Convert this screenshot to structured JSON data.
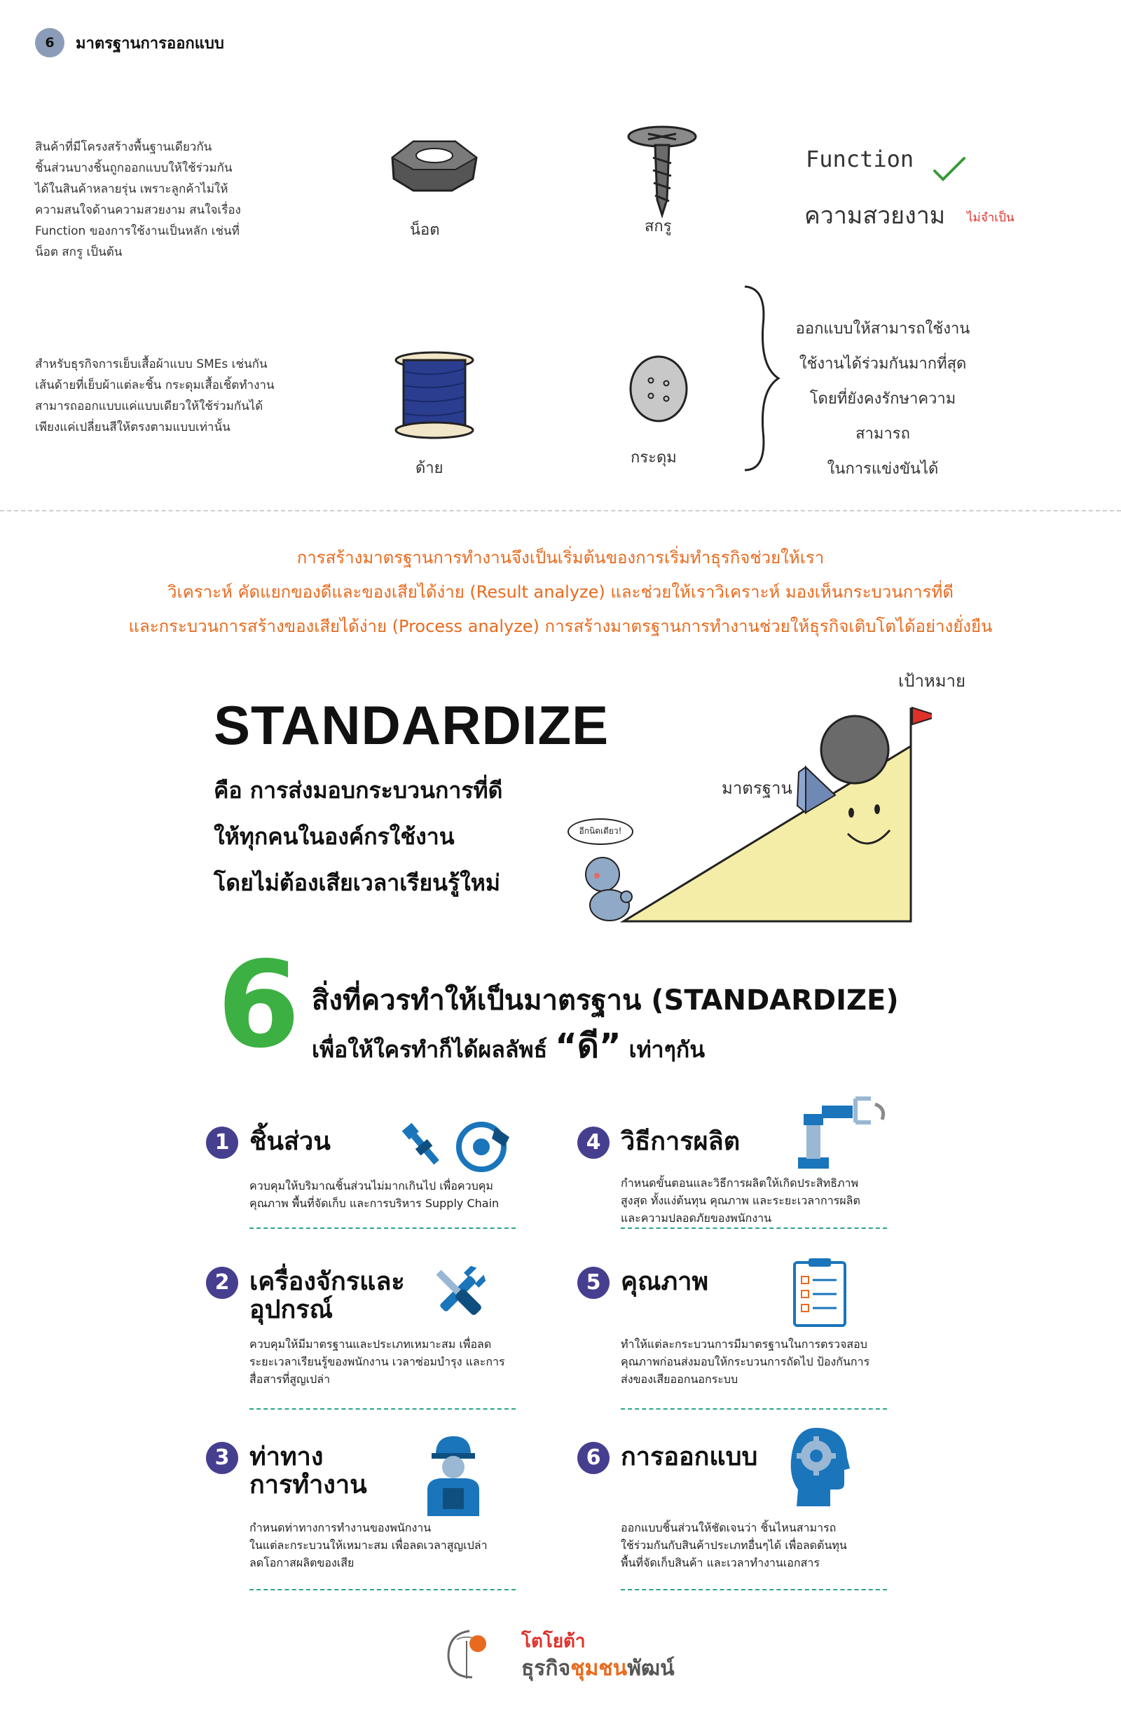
{
  "header": {
    "badge": "6",
    "title": "มาตรฐานการออกแบบ"
  },
  "section1": {
    "text": [
      "สินค้าที่มีโครงสร้างพื้นฐานเดียวกัน",
      "ชิ้นส่วนบางชิ้นถูกออกแบบให้ใช้ร่วมกัน",
      "ได้ในสินค้าหลายรุ่น เพราะลูกค้าไม่ให้",
      "ความสนใจด้านความสวยงาม สนใจเรื่อง",
      "Function ของการใช้งานเป็นหลัก เช่นที่",
      "น็อต สกรู เป็นต้น"
    ],
    "nut_label": "น็อต",
    "screw_label": "สกรู",
    "function_label": "Function",
    "beauty_label": "ความสวยงาม",
    "not_needed": "ไม่จำเป็น"
  },
  "section2": {
    "text": [
      "สำหรับธุรกิจการเย็บเสื้อผ้าแบบ SMEs เช่นกัน",
      "เส้นด้ายที่เย็บผ้าแต่ละชิ้น กระดุมเสื้อเชิ้ตทำงาน",
      "สามารถออกแบบแค่แบบเดียวให้ใช้ร่วมกันได้",
      "เพียงแค่เปลี่ยนสีให้ตรงตามแบบเท่านั้น"
    ],
    "thread_label": "ด้าย",
    "button_label": "กระดุม",
    "note": [
      "ออกแบบให้สามารถใช้งาน",
      "ใช้งานได้ร่วมกันมากที่สุด",
      "โดยที่ยังคงรักษาความสามารถ",
      "ในการแข่งขันได้"
    ]
  },
  "intro": [
    "การสร้างมาตรฐานการทำงานจึงเป็นเริ่มต้นของการเริ่มทำธุรกิจช่วยให้เรา",
    "วิเคราะห์ คัดแยกของดีและของเสียได้ง่าย (Result analyze) และช่วยให้เราวิเคราะห์ มองเห็นกระบวนการที่ดี",
    "และกระบวนการสร้างของเสียได้ง่าย (Process analyze) การสร้างมาตรฐานการทำงานช่วยให้ธุรกิจเติบโตได้อย่างยั่งยืน"
  ],
  "standardize": {
    "title": "STANDARDIZE",
    "lines": [
      "คือ การส่งมอบกระบวนการที่ดี",
      "ให้ทุกคนในองค์กรใช้งาน",
      "โดยไม่ต้องเสียเวลาเรียนรู้ใหม่"
    ],
    "goal_label": "เป้าหมาย",
    "standard_label": "มาตรฐาน",
    "bubble": "อีกนิดเดียว!"
  },
  "six": {
    "big": "6",
    "line1": "สิ่งที่ควรทำให้เป็นมาตรฐาน (STANDARDIZE)",
    "line2_pre": "เพื่อให้ใครทำก็ได้ผลลัพธ์ ",
    "line2_quote": "“ดี”",
    "line2_post": " เท่าๆกัน"
  },
  "items": [
    {
      "num": "1",
      "title": [
        "ชิ้นส่วน"
      ],
      "desc": [
        "ควบคุมให้บริมาณชิ้นส่วนไม่มากเกินไป เพื่อควบคุม",
        "คุณภาพ พื้นที่จัดเก็บ และการบริหาร Supply Chain"
      ],
      "icon": "spark-plug-brake-icon"
    },
    {
      "num": "2",
      "title": [
        "เครื่องจักรและ",
        "อุปกรณ์"
      ],
      "desc": [
        "ควบคุมให้มีมาตรฐานและประเภทเหมาะสม เพื่อลด",
        "ระยะเวลาเรียนรู้ของพนักงาน เวลาซ่อมบำรุง และการ",
        "สื่อสารที่สูญเปล่า"
      ],
      "icon": "wrench-screwdriver-icon"
    },
    {
      "num": "3",
      "title": [
        "ท่าทาง",
        "การทำงาน"
      ],
      "desc": [
        "กำหนดท่าทางการทำงานของพนักงาน",
        "ในแต่ละกระบวนให้เหมาะสม เพื่อลดเวลาสูญเปล่า",
        "ลดโอกาสผลิตของเสีย"
      ],
      "icon": "worker-icon"
    },
    {
      "num": "4",
      "title": [
        "วิธีการผลิต"
      ],
      "desc": [
        "กำหนดขั้นตอนและวิธีการผลิตให้เกิดประสิทธิภาพ",
        "สูงสุด ทั้งแง่ต้นทุน คุณภาพ และระยะเวลาการผลิต",
        "และความปลอดภัยของพนักงาน"
      ],
      "icon": "robot-arm-icon"
    },
    {
      "num": "5",
      "title": [
        "คุณภาพ"
      ],
      "desc": [
        "ทำให้แต่ละกระบวนการมีมาตรฐานในการตรวจสอบ",
        "คุณภาพก่อนส่งมอบให้กระบวนการถัดไป ป้องกันการ",
        "ส่งของเสียออกนอกระบบ"
      ],
      "icon": "checklist-icon"
    },
    {
      "num": "6",
      "title": [
        "การออกแบบ"
      ],
      "desc": [
        "ออกแบบชิ้นส่วนให้ชัดเจนว่า ชิ้นไหนสามารถ",
        "ใช้ร่วมกันกับสินค้าประเภทอื่นๆได้ เพื่อลดต้นทุน",
        "พื้นที่จัดเก็บสินค้า และเวลาทำงานเอกสาร"
      ],
      "icon": "gear-head-icon"
    }
  ],
  "logo": {
    "line1": "โตโยต้า",
    "line2_a": "ธุรกิจ",
    "line2_b": "ชุมชน",
    "line2_c": "พัฒน์"
  },
  "colors": {
    "orange": "#e86a1e",
    "purple": "#463f8f",
    "green": "#3cb043",
    "teal": "#2ba58a",
    "blue": "#1a75bb",
    "red": "#e0302a",
    "slope": "#f4eda8"
  }
}
